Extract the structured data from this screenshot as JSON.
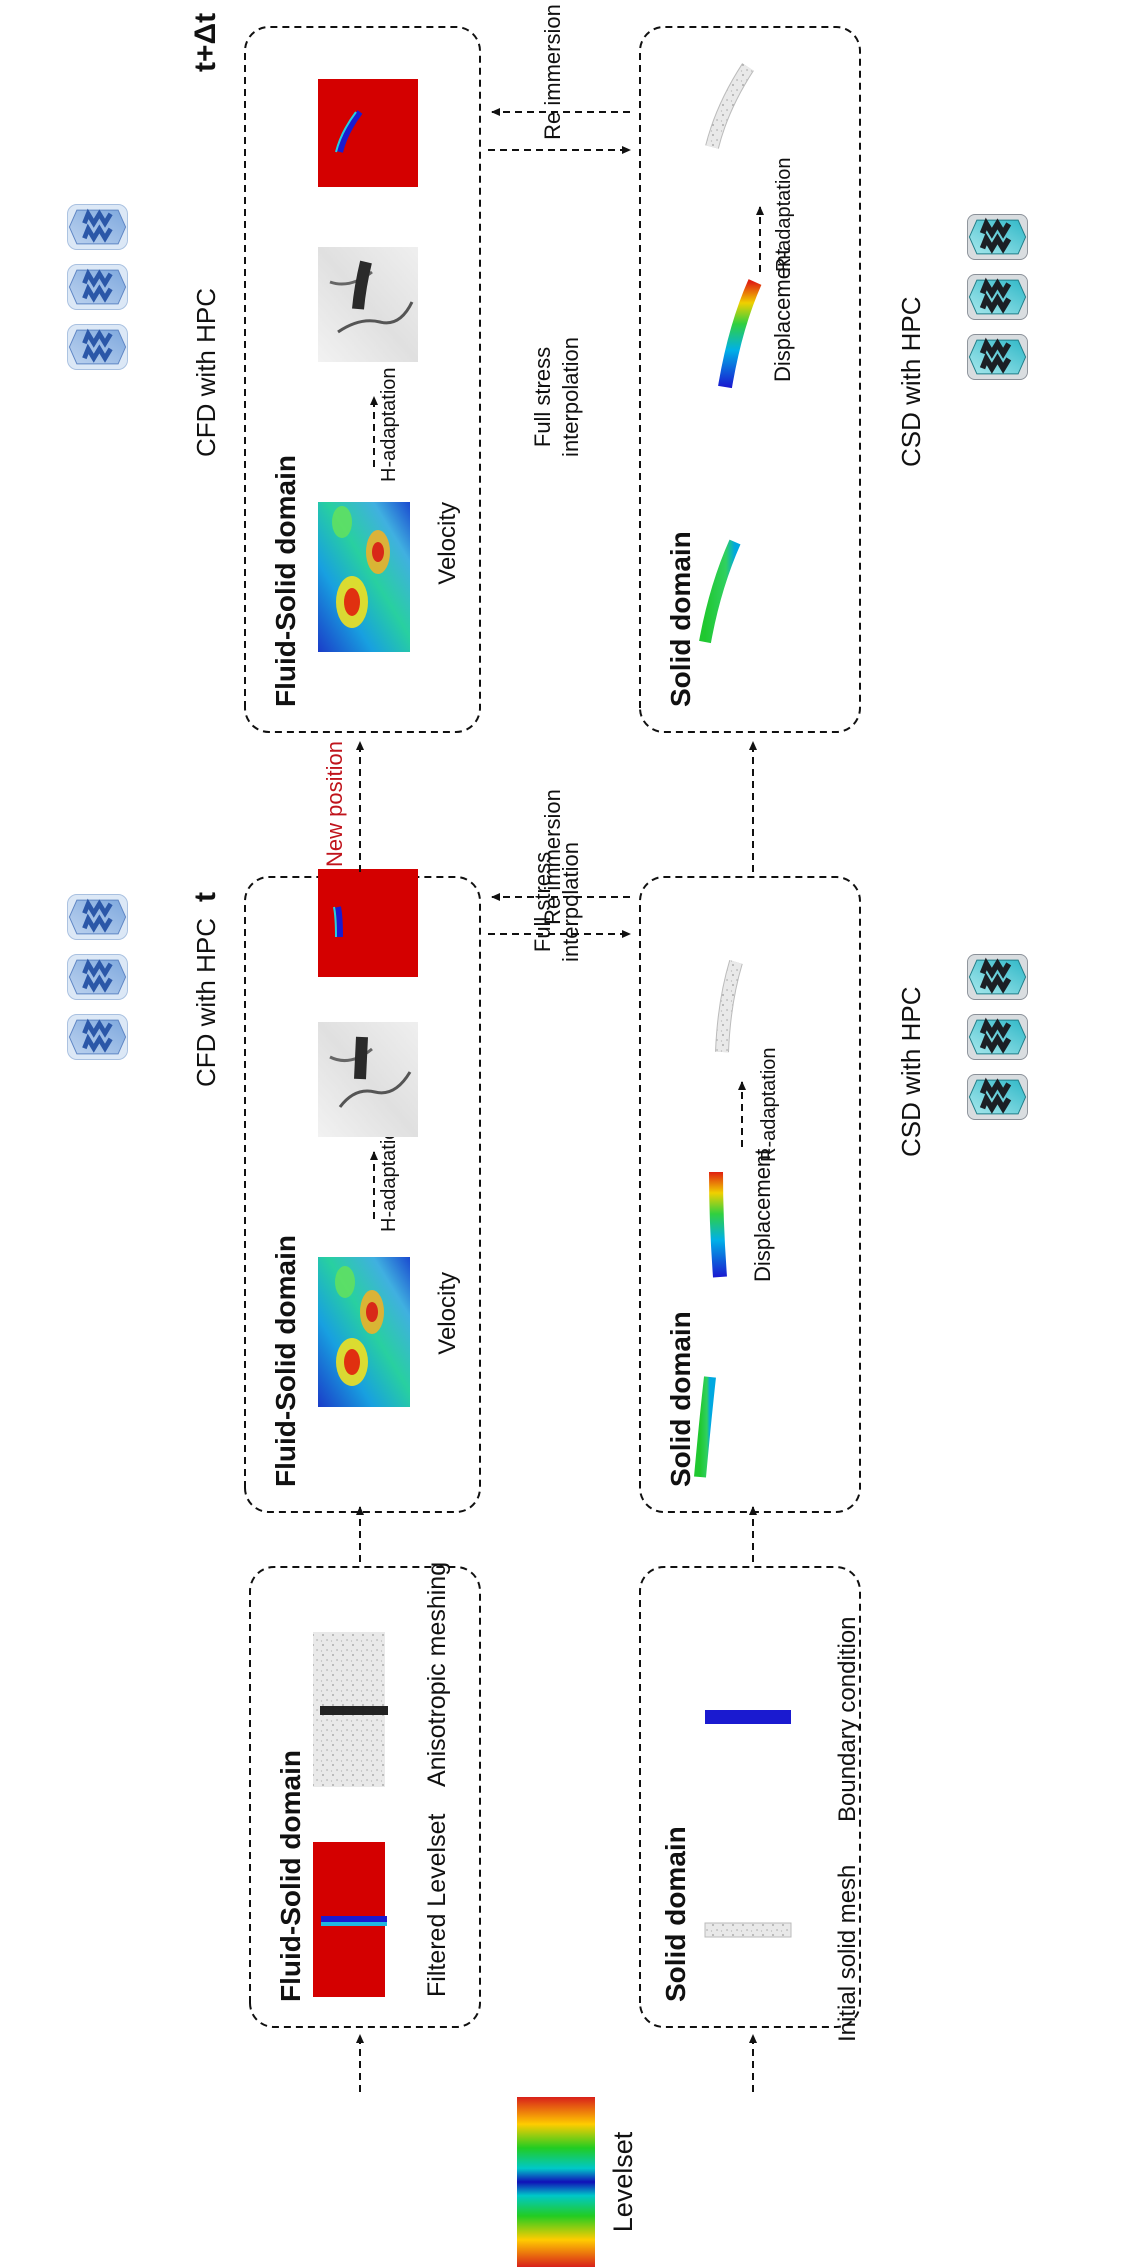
{
  "legend": {
    "label": "Levelset"
  },
  "hpc": {
    "cfd_label": "CFD with HPC",
    "csd_label": "CSD with HPC"
  },
  "times": {
    "t": "t",
    "t_dt": "t+Δt"
  },
  "initial": {
    "fluid_title": "Fluid-Solid domain",
    "filtered_levelset": "Filtered Levelset",
    "anisotropic_meshing": "Anisotropic meshing",
    "solid_title": "Solid domain",
    "initial_solid_mesh": "Initial solid mesh",
    "boundary_condition": "Boundary condition"
  },
  "step": {
    "fluid_title": "Fluid-Solid domain",
    "velocity": "Velocity",
    "h_adaptation": "H-adaptation",
    "solid_title": "Solid domain",
    "displacement": "Displacement",
    "r_adaptation": "R-adaptation",
    "full_stress_1": "Full stress",
    "full_stress_2": "interpolation",
    "re_immersion": "Re immersion",
    "new_position": "New position"
  },
  "colors": {
    "new_position": "#c0141c",
    "levelset_red": "#d40000",
    "boundary_blue": "#1a1ad0"
  }
}
